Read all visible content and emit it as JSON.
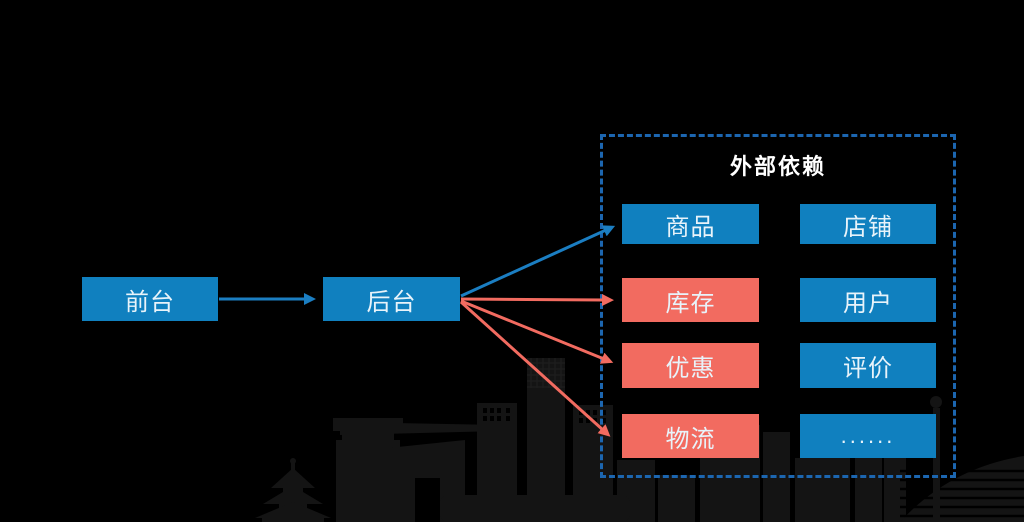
{
  "diagram": {
    "nodes": {
      "frontend": {
        "label": "前台",
        "variant": "blue"
      },
      "backend": {
        "label": "后台",
        "variant": "blue"
      }
    },
    "group": {
      "title": "外部依赖",
      "items": [
        {
          "label": "商品",
          "variant": "blue"
        },
        {
          "label": "店铺",
          "variant": "blue"
        },
        {
          "label": "库存",
          "variant": "red"
        },
        {
          "label": "用户",
          "variant": "blue"
        },
        {
          "label": "优惠",
          "variant": "red"
        },
        {
          "label": "评价",
          "variant": "blue"
        },
        {
          "label": "物流",
          "variant": "red"
        },
        {
          "label": "......",
          "variant": "blue"
        }
      ]
    },
    "edges": [
      {
        "from": "前台",
        "to": "后台",
        "color": "blue"
      },
      {
        "from": "后台",
        "to": "商品",
        "color": "blue"
      },
      {
        "from": "后台",
        "to": "库存",
        "color": "red"
      },
      {
        "from": "后台",
        "to": "优惠",
        "color": "red"
      },
      {
        "from": "后台",
        "to": "物流",
        "color": "red"
      }
    ],
    "colors": {
      "background": "#000000",
      "box_blue": "#1080bf",
      "box_red": "#f26b60",
      "dashed_border": "#1c66b0",
      "arrow_blue": "#1b7ec2",
      "arrow_red": "#f26b60",
      "box_text": "#e8f3fa",
      "title_text": "#ffffff",
      "skyline": "#141414"
    }
  }
}
